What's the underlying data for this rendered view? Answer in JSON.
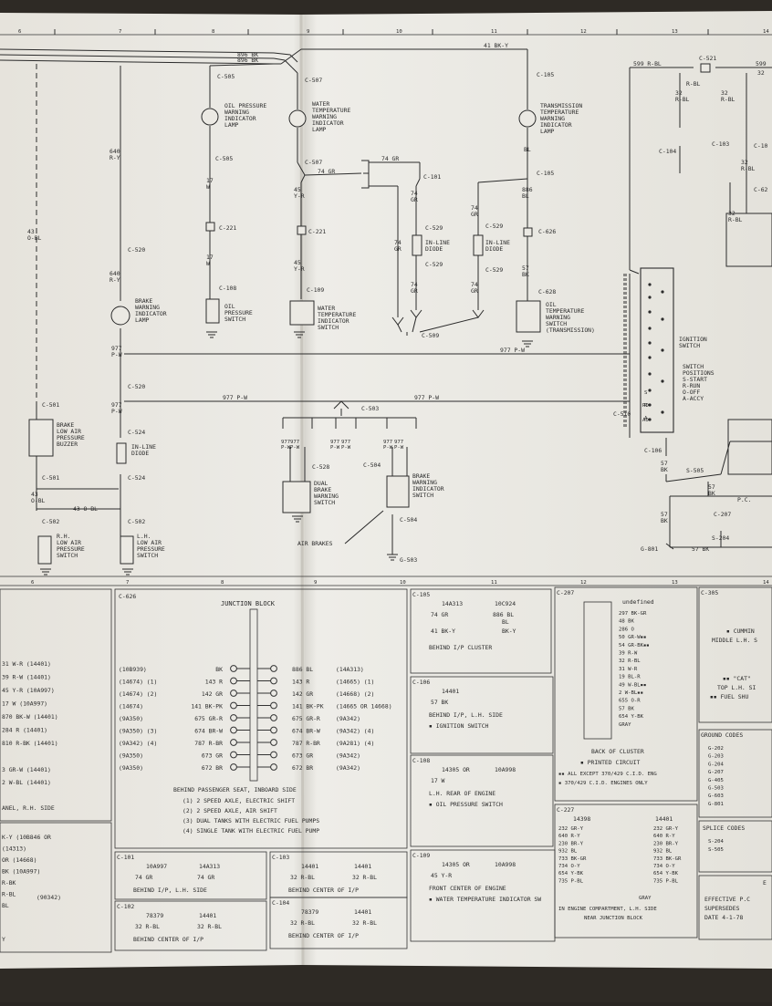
{
  "grid_top": [
    "6",
    "7",
    "8",
    "9",
    "10",
    "11",
    "12",
    "13",
    "14"
  ],
  "grid_mid": [
    "6",
    "7",
    "8",
    "9",
    "10",
    "11",
    "12",
    "13",
    "14"
  ],
  "wires": {
    "w896a": "896 BK",
    "w896b": "896 BK",
    "w41": "41 BK-Y",
    "w599": "599 R-BL",
    "w599b": "599",
    "w43": "43\nO-BL",
    "w640": "640\nR-Y",
    "w640b": "640\nR-Y",
    "w977a": "977\nP-W",
    "w977b": "977\nP-W",
    "w977c": "977 P-W",
    "w977d": "977 P-W",
    "w977e": "977 P-W",
    "w43b": "43 O-BL",
    "w43c": "43\nO-BL",
    "w17a": "17\nW",
    "w17b": "17\nW",
    "w45a": "45\nY-R",
    "w45b": "45\nY-R",
    "w74a": "74 GR",
    "w74b": "74 GR",
    "w74c": "74\nGR",
    "w74d": "74\nGR",
    "w74e": "74\nGR",
    "w74f": "74\nGR",
    "w74g": "74\nGR",
    "w886a": "886\nBL",
    "w886b": "BL",
    "w57a": "57\nBK",
    "w57b": "57\nBK",
    "w57c": "57 BK",
    "w57d": "57\nBK",
    "w57e": "57\nBK",
    "w32a": "32\nR-BL",
    "w32b": "32\nR-BL",
    "w32c": "32\nR-BL",
    "w32d": "32\nR-BL",
    "wpc": "P.C.",
    "w32e": "32",
    "wr_bl": "R-BL"
  },
  "connectors": {
    "c505a": "C-505",
    "c507a": "C-507",
    "c105a": "C-105",
    "c521": "C-521",
    "c505b": "C-505",
    "c507b": "C-507",
    "c101": "C-101",
    "c105b": "C-105",
    "c104": "C-104",
    "c103": "C-103",
    "c10x": "C-10",
    "c221a": "C-221",
    "c221b": "C-221",
    "c529a": "C-529",
    "c529b": "C-529",
    "c529c": "C-529",
    "c529d": "C-529",
    "c626": "C-626",
    "c520a": "C-520",
    "c108": "C-108",
    "c109": "C-109",
    "c628": "C-628",
    "c509": "C-509",
    "c520b": "C-520",
    "c503": "C-503",
    "c501a": "C-501",
    "c524a": "C-524",
    "c510": "C-510",
    "c528": "C-528",
    "c504a": "C-504",
    "c501b": "C-501",
    "c524b": "C-524",
    "c106": "C-106",
    "s505": "S-505",
    "c207": "C-207",
    "c502a": "C-502",
    "c502b": "C-502",
    "c504b": "C-504",
    "g503": "G-503",
    "s204": "S-204",
    "g801": "G-801",
    "c6x": "C-62"
  },
  "components": {
    "oil_lamp": "OIL PRESSURE\nWARNING\nINDICATOR\nLAMP",
    "water_lamp": "WATER\nTEMPERATURE\nWARNING\nINDICATOR\nLAMP",
    "trans_lamp": "TRANSMISSION\nTEMPERATURE\nWARNING\nINDICATOR\nLAMP",
    "diode1": "IN-LINE\nDIODE",
    "diode2": "IN-LINE\nDIODE",
    "diode3": "IN-LINE\nDIODE",
    "brake_lamp": "BRAKE\nWARNING\nINDICATOR\nLAMP",
    "oil_switch": "OIL\nPRESSURE\nSWITCH",
    "water_switch": "WATER\nTEMPERATURE\nINDICATOR\nSWITCH",
    "oil_temp_switch": "OIL\nTEMPERATURE\nWARNING\nSWITCH\n(TRANSMISSION)",
    "ign_switch": "IGNITION\nSWITCH",
    "switch_pos": "SWITCH\nPOSITIONS\nS-START\nR-RUN\nO-OFF\nA-ACCY",
    "buzzer": "BRAKE\nLOW AIR\nPRESSURE\nBUZZER",
    "dual_switch": "DUAL\nBRAKE\nWARNING\nSWITCH",
    "brake_switch": "BRAKE\nWARNING\nINDICATOR\nSWITCH",
    "air_brakes": "AIR BRAKES",
    "rh_switch": "R.H.\nLOW AIR\nPRESSURE\nSWITCH",
    "lh_switch": "L.H.\nLOW AIR\nPRESSURE\nSWITCH",
    "pos_letters": [
      "S",
      "R",
      "A",
      "RO",
      "AO"
    ]
  },
  "left_table": {
    "rows": [
      "31 W-R   (14401)",
      "39 R-W   (14401)",
      "45 Y-R  (10A997)",
      "17 W    (10A997)",
      "870 BK-W (14401)",
      "284 R    (14401)",
      "810 R-BK (14401)",
      "3 GR-W   (14401)",
      "2 W-BL   (14401)"
    ],
    "footer": "ANEL, R.H. SIDE",
    "lower": [
      "K-Y (10B846 OR",
      "(14313)",
      "OR (14668)",
      "BK (10A997)",
      "R-BK",
      "R-BL",
      "BL"
    ],
    "brace": "(90342)",
    "y": "Y"
  },
  "c626": {
    "title": "C-626",
    "name": "JUNCTION BLOCK",
    "left": [
      "(10B939)",
      "(14674) (1)",
      "(14674) (2)",
      "(14674)",
      "(9A350)",
      "(9A350) (3)",
      "(9A342) (4)",
      "(9A350)",
      "(9A350)"
    ],
    "lwires": [
      "BK",
      "143 R",
      "142 GR",
      "141 BK-PK",
      "675 GR-R",
      "674 BR-W",
      "787 R-BR",
      "673 GR",
      "672 BR"
    ],
    "rwires": [
      "886 BL",
      "143 R",
      "142 GR",
      "141 BK-PK",
      "675 GR-R",
      "674 BR-W",
      "787 R-BR",
      "673 GR",
      "672 BR"
    ],
    "right": [
      "(14A313)",
      "(14665) (1)",
      "(14668) (2)",
      "(14665 OR 14668)",
      "(9A342)",
      "(9A342) (4)",
      "(9A281) (4)",
      "(9A342)",
      "(9A342)"
    ],
    "note": "BEHIND PASSENGER SEAT, INBOARD SIDE",
    "notes": [
      "(1) 2 SPEED AXLE, ELECTRIC SHIFT",
      "(2) 2 SPEED AXLE, AIR SHIFT",
      "(3) DUAL TANKS WITH ELECTRIC FUEL PUMPS",
      "(4) SINGLE TANK WITH ELECTRIC FUEL PUMP"
    ]
  },
  "boxes": {
    "c105": {
      "title": "C-105",
      "l1": "14A313",
      "l2": "10C924",
      "w1": "74 GR",
      "w2": "886 BL",
      "w3": "41 BK-Y",
      "r1": "BL",
      "r2": "BK-Y",
      "loc": "BEHIND I/P CLUSTER"
    },
    "c106": {
      "title": "C-106",
      "l1": "14401",
      "w1": "57 BK",
      "loc": "BEHIND I/P, L.H. SIDE",
      "note": "▪ IGNITION SWITCH"
    },
    "c108": {
      "title": "C-108",
      "l1": "14305 OR",
      "l2": "10A998",
      "w1": "17 W",
      "loc": "L.H. REAR OF ENGINE",
      "note": "▪ OIL PRESSURE SWITCH"
    },
    "c109": {
      "title": "C-109",
      "l1": "14305 OR",
      "l2": "10A998",
      "w1": "45 Y-R",
      "loc": "FRONT CENTER OF ENGINE",
      "note": "▪ WATER TEMPERATURE INDICATOR SW"
    },
    "c101": {
      "title": "C-101",
      "l1": "10A997",
      "l2": "14A313",
      "w1": "74 GR",
      "w2": "74 GR",
      "loc": "BEHIND I/P, L.H. SIDE"
    },
    "c103": {
      "title": "C-103",
      "l1": "14401",
      "l2": "14401",
      "w1": "32 R-BL",
      "w2": "32 R-BL",
      "loc": "BEHIND CENTER OF I/P"
    },
    "c102": {
      "title": "C-102",
      "l1": "78379",
      "l2": "14401",
      "w1": "32 R-BL",
      "w2": "32 R-BL",
      "loc": "BEHIND CENTER OF I/P"
    },
    "c104": {
      "title": "C-104",
      "l1": "78379",
      "l2": "14401",
      "w1": "32 R-BL",
      "w2": "32 R-BL",
      "loc": "BEHIND CENTER OF I/P"
    }
  },
  "c207": {
    "title": "C-207",
    "pn": "14401",
    "rows": [
      "297 BK-GR",
      "48 BK",
      "286 O",
      "50 GR-W▪▪",
      "54 GR-BK▪▪",
      "39 R-W",
      "32 R-BL",
      "31 W-R",
      "19 BL-R",
      "49 W-BL▪▪",
      "2 W-BL▪▪",
      "655 O-R",
      "57 BK",
      "654 Y-BK",
      "GRAY"
    ],
    "loc": "BACK OF CLUSTER",
    "n1": "▪ PRINTED CIRCUIT",
    "n2": "▪▪ ALL EXCEPT 370/429 C.I.D. ENG",
    "n3": "▪ 370/429 C.I.D. ENGINES ONLY"
  },
  "c227": {
    "title": "C-227",
    "pnl": "14398",
    "pnr": "14401",
    "left": [
      "232 GR-Y",
      "640 R-Y",
      "230 BR-Y",
      "932 BL",
      "733 BK-GR",
      "734 O-Y",
      "654 Y-BK",
      "735 P-BL"
    ],
    "right": [
      "232 GR-Y",
      "640 R-Y",
      "230 BR-Y",
      "932 BL",
      "733 BK-GR",
      "734 O-Y",
      "654 Y-BK",
      "735 P-BL"
    ],
    "gray": "GRAY",
    "loc1": "IN ENGINE COMPARTMENT, L.H. SIDE",
    "loc2": "NEAR JUNCTION BLOCK"
  },
  "c305": {
    "title": "C-305",
    "l1": "▪ CUMMIN",
    "l2": "MIDDLE L.H. S",
    "l3": "▪▪ \"CAT\"",
    "l4": "TOP L.H. SI",
    "l5": "▪▪ FUEL SHU"
  },
  "ground": {
    "title": "GROUND CODES",
    "items": [
      "G-202",
      "G-203",
      "G-204",
      "G-207",
      "G-405",
      "G-503",
      "G-603",
      "G-801"
    ]
  },
  "splice": {
    "title": "SPLICE CODES",
    "items": [
      "S-204",
      "S-505"
    ]
  },
  "effective": {
    "l0": "E",
    "l1": "EFFECTIVE P.C",
    "l2": "SUPERSEDES",
    "l3": "DATE 4-1-78"
  }
}
